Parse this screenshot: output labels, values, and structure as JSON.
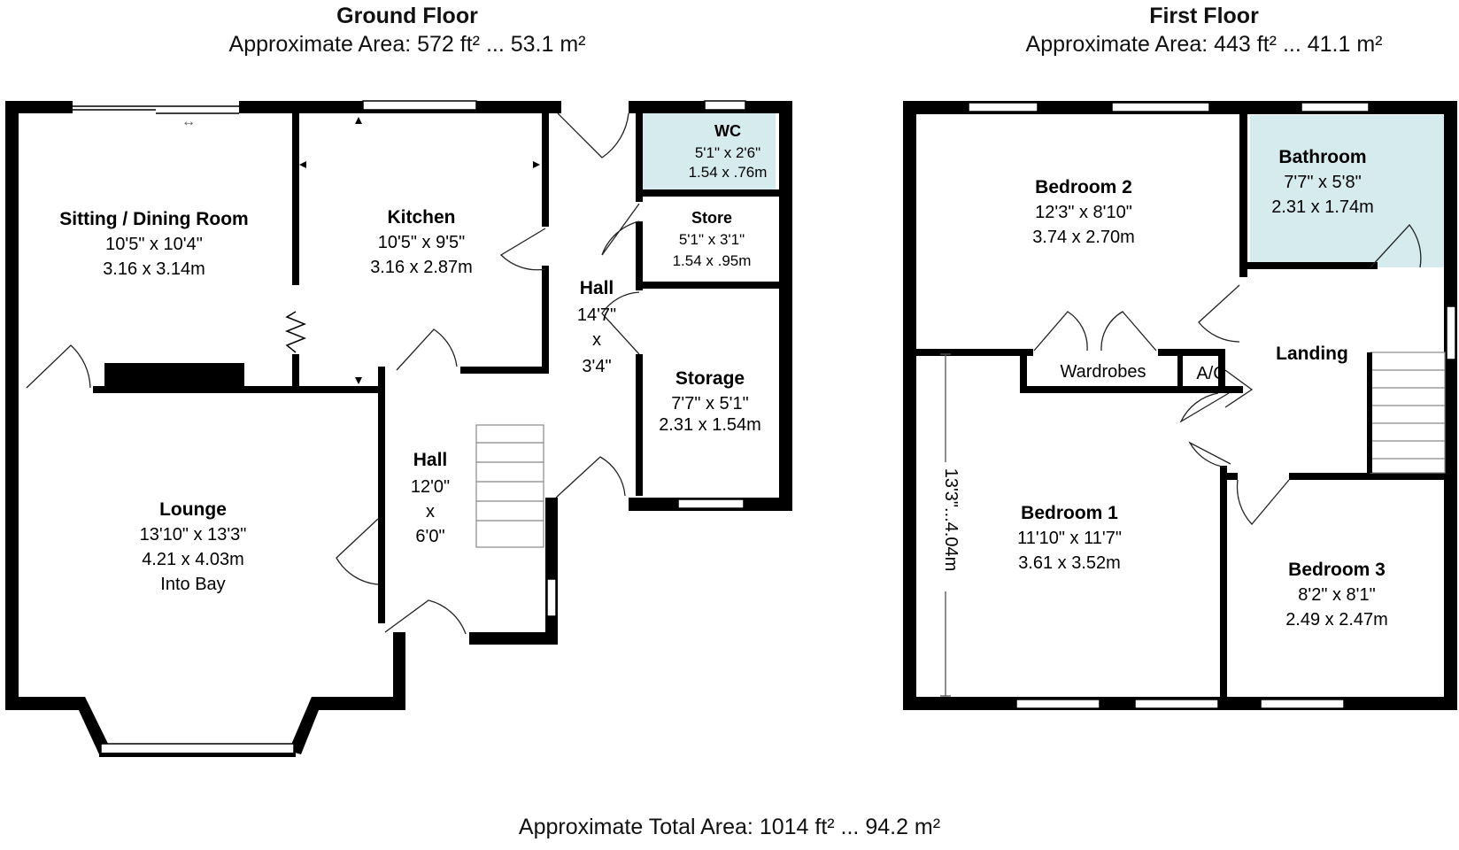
{
  "ground_floor": {
    "title": "Ground Floor",
    "area": "Approximate Area: 572 ft² ... 53.1 m²",
    "rooms": {
      "sitting_dining": {
        "name": "Sitting / Dining Room",
        "imperial": "10'5\" x 10'4\"",
        "metric": "3.16 x 3.14m"
      },
      "kitchen": {
        "name": "Kitchen",
        "imperial": "10'5\" x 9'5\"",
        "metric": "3.16 x 2.87m"
      },
      "wc": {
        "name": "WC",
        "imperial": "5'1\" x 2'6\"",
        "metric": "1.54 x .76m"
      },
      "store": {
        "name": "Store",
        "imperial": "5'1\" x 3'1\"",
        "metric": "1.54 x .95m"
      },
      "hall_upper": {
        "name": "Hall",
        "line1": "14'7\"",
        "line2": "x",
        "line3": "3'4\""
      },
      "storage": {
        "name": "Storage",
        "imperial": "7'7\" x 5'1\"",
        "metric": "2.31 x 1.54m"
      },
      "hall_lower": {
        "name": "Hall",
        "line1": "12'0\"",
        "line2": "x",
        "line3": "6'0\""
      },
      "lounge": {
        "name": "Lounge",
        "imperial": "13'10\" x 13'3\"",
        "metric": "4.21 x 4.03m",
        "note": "Into Bay"
      }
    }
  },
  "first_floor": {
    "title": "First Floor",
    "area": "Approximate Area: 443 ft² ... 41.1 m²",
    "rooms": {
      "bedroom2": {
        "name": "Bedroom 2",
        "imperial": "12'3\" x 8'10\"",
        "metric": "3.74 x 2.70m"
      },
      "bathroom": {
        "name": "Bathroom",
        "imperial": "7'7\" x 5'8\"",
        "metric": "2.31 x 1.74m"
      },
      "landing": {
        "name": "Landing"
      },
      "wardrobes": {
        "name": "Wardrobes"
      },
      "ac": {
        "name": "A/C"
      },
      "bedroom1": {
        "name": "Bedroom 1",
        "imperial": "11'10\" x 11'7\"",
        "metric": "3.61 x 3.52m",
        "vertical_dim": "13'3\"...4.04m"
      },
      "bedroom3": {
        "name": "Bedroom 3",
        "imperial": "8'2\" x 8'1\"",
        "metric": "2.49 x 2.47m"
      }
    }
  },
  "total_area": "Approximate Total Area: 1014 ft² ... 94.2 m²",
  "colors": {
    "wall": "#000000",
    "wet_room": "#d5ebee"
  }
}
